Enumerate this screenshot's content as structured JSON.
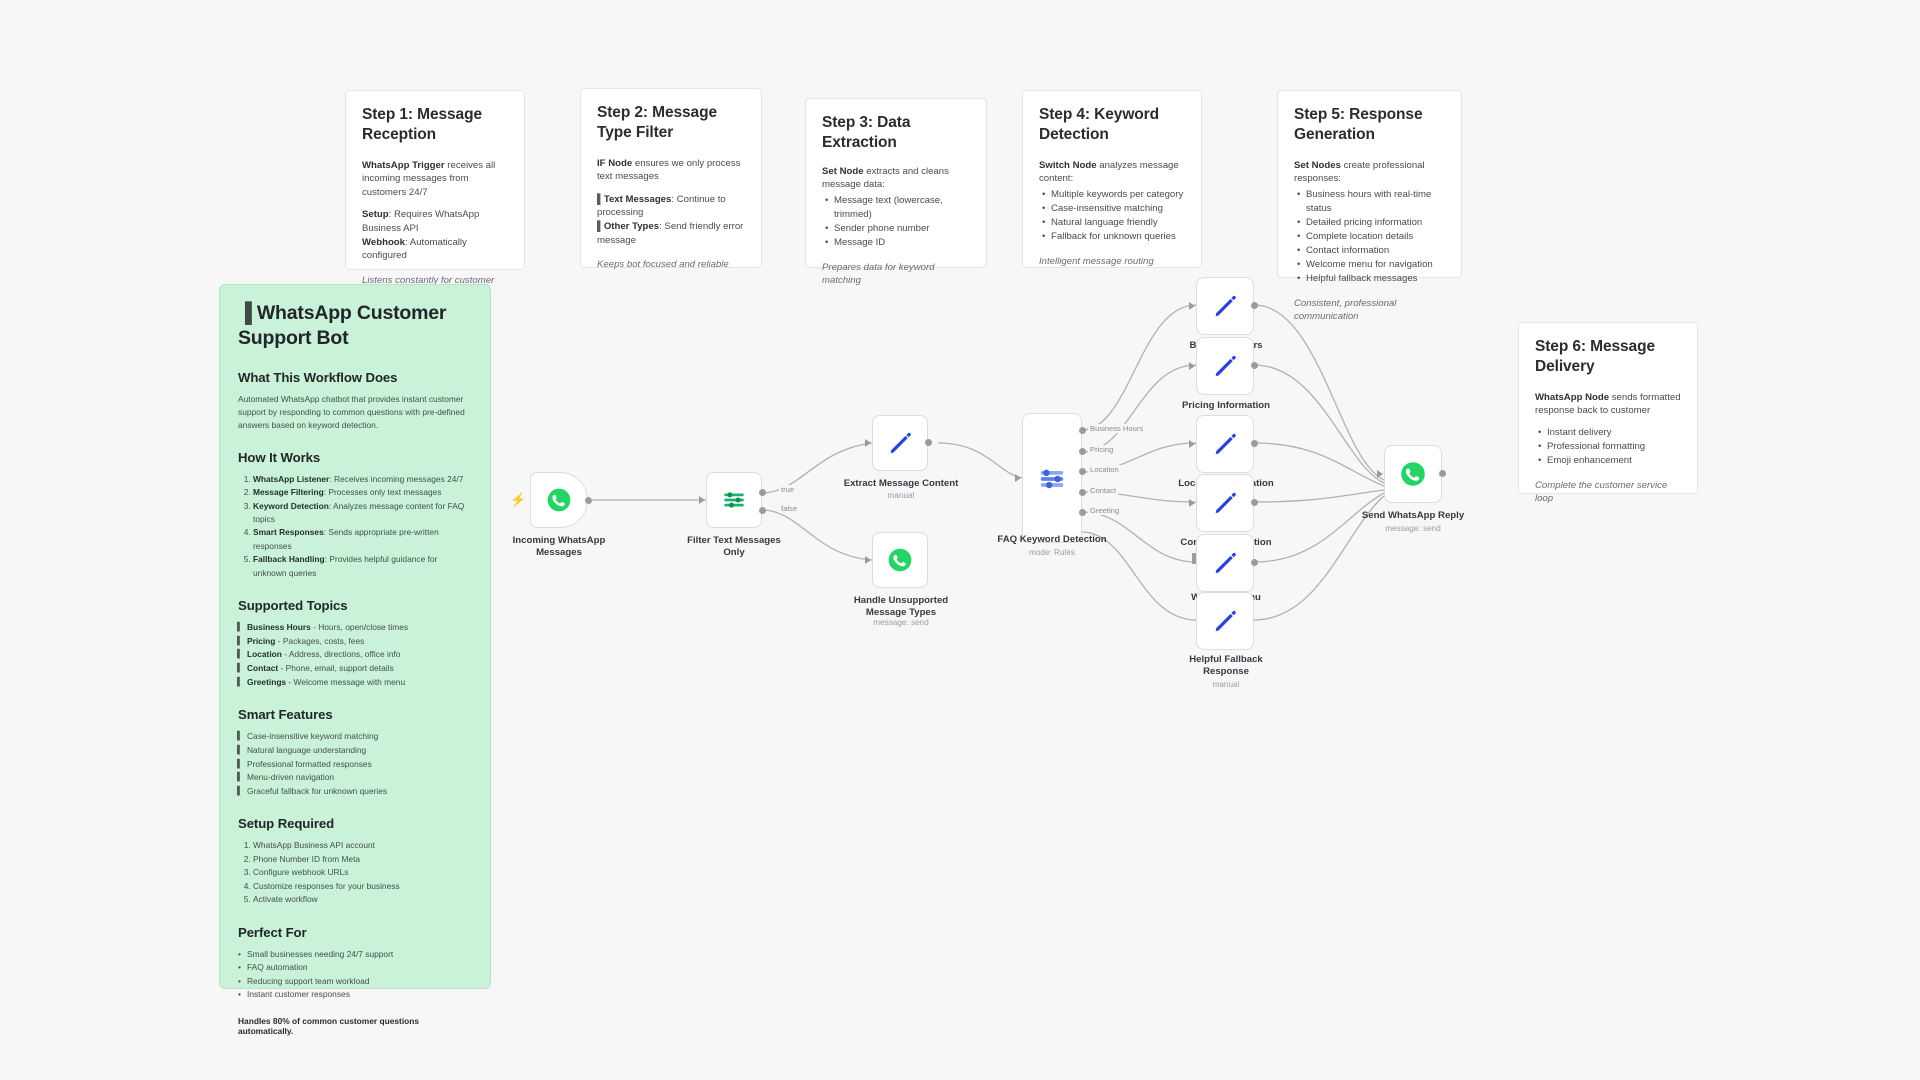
{
  "steps": [
    {
      "title": "Step 1: Message Reception",
      "body_lead_bold": "WhatsApp Trigger",
      "body_lead_rest": " receives all incoming messages from customers 24/7",
      "lines": [
        {
          "bold": "Setup",
          "rest": ": Requires WhatsApp Business API"
        },
        {
          "bold": "Webhook",
          "rest": ": Automatically configured"
        }
      ],
      "italic": "Listens constantly for customer messages"
    },
    {
      "title": "Step 2: Message Type Filter",
      "body_lead_bold": "IF Node",
      "body_lead_rest": " ensures we only process text messages",
      "bar_lines": [
        {
          "bold": "Text Messages",
          "rest": ": Continue to processing"
        },
        {
          "bold": "Other Types",
          "rest": ": Send friendly error message"
        }
      ],
      "italic": "Keeps bot focused and reliable"
    },
    {
      "title": "Step 3: Data Extraction",
      "body_lead_bold": "Set Node",
      "body_lead_rest": " extracts and cleans message data:",
      "bullets": [
        "Message text (lowercase, trimmed)",
        "Sender phone number",
        "Message ID"
      ],
      "italic": "Prepares data for keyword matching"
    },
    {
      "title": "Step 4: Keyword Detection",
      "body_lead_bold": "Switch Node",
      "body_lead_rest": " analyzes message content:",
      "bullets": [
        "Multiple keywords per category",
        "Case-insensitive matching",
        "Natural language friendly",
        "Fallback for unknown queries"
      ],
      "italic": "Intelligent message routing"
    },
    {
      "title": "Step 5: Response Generation",
      "body_lead_bold": "Set Nodes",
      "body_lead_rest": " create professional responses:",
      "bullets": [
        "Business hours with real-time status",
        "Detailed pricing information",
        "Complete location details",
        "Contact information",
        "Welcome menu for navigation",
        "Helpful fallback messages"
      ],
      "italic": "Consistent, professional communication"
    },
    {
      "title": "Step 6: Message Delivery",
      "body_lead_bold": "WhatsApp Node",
      "body_lead_rest": " sends formatted response back to customer",
      "bullets": [
        "Instant delivery",
        "Professional formatting",
        "Emoji enhancement"
      ],
      "italic": "Complete the customer service loop"
    }
  ],
  "overview": {
    "title": "WhatsApp Customer Support Bot",
    "title_glyph": "▐",
    "sections": {
      "what": {
        "heading": "What This Workflow Does",
        "text": "Automated WhatsApp chatbot that provides instant customer support by responding to common questions with pre-defined answers based on keyword detection."
      },
      "how": {
        "heading": "How It Works",
        "items": [
          {
            "bold": "WhatsApp Listener",
            "rest": ": Receives incoming messages 24/7"
          },
          {
            "bold": "Message Filtering",
            "rest": ": Processes only text messages"
          },
          {
            "bold": "Keyword Detection",
            "rest": ": Analyzes message content for FAQ topics"
          },
          {
            "bold": "Smart Responses",
            "rest": ": Sends appropriate pre-written responses"
          },
          {
            "bold": "Fallback Handling",
            "rest": ": Provides helpful guidance for unknown queries"
          }
        ]
      },
      "topics": {
        "heading": "Supported Topics",
        "items": [
          {
            "bold": "Business Hours",
            "rest": " - Hours, open/close times"
          },
          {
            "bold": "Pricing",
            "rest": " - Packages, costs, fees"
          },
          {
            "bold": "Location",
            "rest": " - Address, directions, office info"
          },
          {
            "bold": "Contact",
            "rest": " - Phone, email, support details"
          },
          {
            "bold": "Greetings",
            "rest": " - Welcome message with menu"
          }
        ]
      },
      "features": {
        "heading": "Smart Features",
        "items": [
          "Case-insensitive keyword matching",
          "Natural language understanding",
          "Professional formatted responses",
          "Menu-driven navigation",
          "Graceful fallback for unknown queries"
        ]
      },
      "setup": {
        "heading": "Setup Required",
        "items": [
          "WhatsApp Business API account",
          "Phone Number ID from Meta",
          "Configure webhook URLs",
          "Customize responses for your business",
          "Activate workflow"
        ]
      },
      "perfect": {
        "heading": "Perfect For",
        "items": [
          "Small businesses needing 24/7 support",
          "FAQ automation",
          "Reducing support team workload",
          "Instant customer responses"
        ]
      },
      "footer": "Handles 80% of common customer questions automatically."
    }
  },
  "nodes": [
    {
      "id": "incoming",
      "label": "Incoming WhatsApp Messages",
      "sub": "",
      "icon": "whatsapp-icon"
    },
    {
      "id": "filter",
      "label": "Filter Text Messages Only",
      "sub": "",
      "icon": "filter-icon"
    },
    {
      "id": "extract",
      "label": "Extract Message Content",
      "sub": "manual",
      "icon": "edit-icon"
    },
    {
      "id": "unsupported",
      "label": "Handle Unsupported Message Types",
      "sub": "message: send",
      "icon": "whatsapp-icon"
    },
    {
      "id": "faq",
      "label": "FAQ Keyword Detection",
      "sub": "mode: Rules",
      "icon": "switch-icon"
    },
    {
      "id": "hours",
      "label": "Business Hours",
      "sub": "",
      "icon": "edit-icon"
    },
    {
      "id": "pricing",
      "label": "Pricing Information",
      "sub": "",
      "icon": "edit-icon"
    },
    {
      "id": "location",
      "label": "Location Information",
      "sub": "",
      "icon": "edit-icon"
    },
    {
      "id": "contact",
      "label": "Contact Information",
      "sub": "",
      "icon": "edit-icon"
    },
    {
      "id": "welcome",
      "label": "Welcome Menu",
      "sub": "",
      "icon": "edit-icon"
    },
    {
      "id": "fallback",
      "label": "Helpful Fallback Response",
      "sub": "manual",
      "icon": "edit-icon"
    },
    {
      "id": "reply",
      "label": "Send WhatsApp Reply",
      "sub": "message: send",
      "icon": "whatsapp-icon"
    }
  ],
  "edge_labels": {
    "true": "true",
    "false": "false",
    "business_hours": "Business Hours",
    "pricing": "Pricing",
    "location": "Location",
    "contact": "Contact",
    "greeting": "Greeting"
  },
  "colors": {
    "note_green": "#c9f2d9",
    "whatsapp_green": "#25d366",
    "set_node_blue": "#2b44d6",
    "switch_blue": "#6b8cf0",
    "trigger_bolt": "#ff6d5a"
  }
}
